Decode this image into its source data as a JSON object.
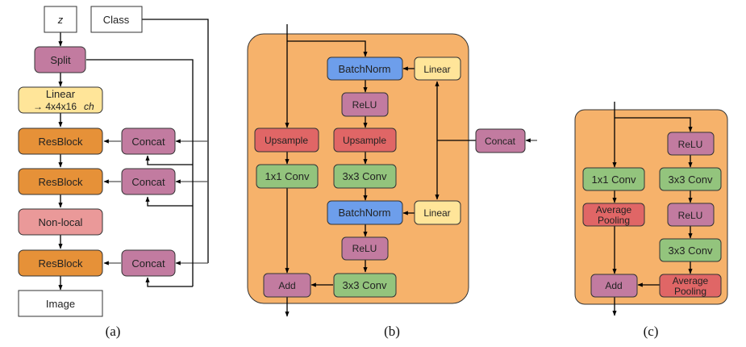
{
  "colors": {
    "purple": "#c27ba0",
    "orange": "#e69138",
    "yellow": "#ffe599",
    "pink": "#ea9999",
    "red": "#e06666",
    "green": "#93c47d",
    "blue": "#6d9eeb",
    "panel": "#f6b26b",
    "white": "#ffffff"
  },
  "panel_a": {
    "caption": "(a)",
    "z": "z",
    "class": "Class",
    "split": "Split",
    "linear_line1": "Linear",
    "linear_line2": "→ 4x4x16",
    "linear_ch": "ch",
    "resblock1": "ResBlock",
    "resblock2": "ResBlock",
    "nonlocal": "Non-local",
    "resblock3": "ResBlock",
    "image": "Image",
    "concat1": "Concat",
    "concat2": "Concat",
    "concat3": "Concat"
  },
  "panel_b": {
    "caption": "(b)",
    "batchnorm1": "BatchNorm",
    "linear1": "Linear",
    "relu1": "ReLU",
    "upsample_skip": "Upsample",
    "upsample_main": "Upsample",
    "conv1x1": "1x1 Conv",
    "conv3x3_1": "3x3 Conv",
    "batchnorm2": "BatchNorm",
    "linear2": "Linear",
    "relu2": "ReLU",
    "add": "Add",
    "conv3x3_2": "3x3 Conv",
    "concat": "Concat"
  },
  "panel_c": {
    "caption": "(c)",
    "relu1": "ReLU",
    "conv1x1": "1x1 Conv",
    "conv3x3_1": "3x3 Conv",
    "avgpool_skip_1": "Average",
    "avgpool_skip_2": "Pooling",
    "relu2": "ReLU",
    "conv3x3_2": "3x3 Conv",
    "add": "Add",
    "avgpool_main_1": "Average",
    "avgpool_main_2": "Pooling"
  }
}
